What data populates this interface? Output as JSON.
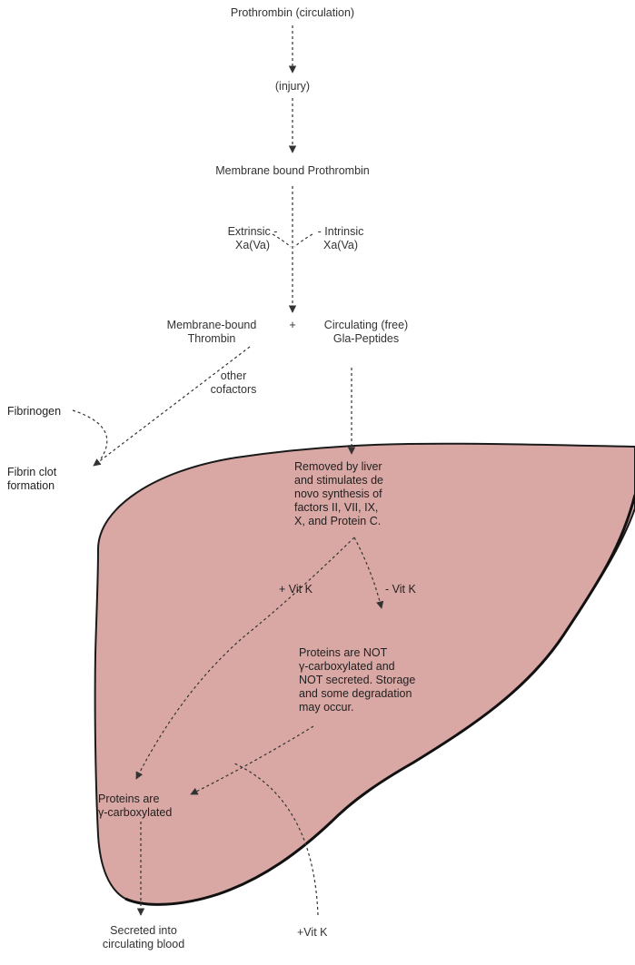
{
  "nodes": {
    "prothrombin_circulation": "Prothrombin (circulation)",
    "injury": "(injury)",
    "membrane_bound_prothrombin": "Membrane bound Prothrombin",
    "extrinsic": "Extrinsic -\nXa(Va)",
    "intrinsic": "- Intrinsic\nXa(Va)",
    "membrane_bound_thrombin": "Membrane-bound\nThrombin",
    "plus": "+",
    "circulating_gla": "Circulating (free)\nGla-Peptides",
    "other_cofactors": "other\ncofactors",
    "fibrinogen": "Fibrinogen",
    "fibrin_clot": "Fibrin clot\nformation",
    "removed_by_liver": "Removed by liver\nand stimulates de\nnovo synthesis of\nfactors II, VII, IX,\nX, and Protein C.",
    "plus_vit_k_upper": "+ Vit K",
    "minus_vit_k": "- Vit K",
    "proteins_not": "Proteins are NOT\nγ-carboxylated and\nNOT secreted. Storage\nand some degradation\nmay occur.",
    "proteins_are": "Proteins are\nγ-carboxylated",
    "secreted": "Secreted into\ncirculating blood",
    "plus_vit_k_lower": "+Vit K"
  },
  "colors": {
    "liver_fill": "#d9a8a4",
    "liver_outline": "#1a1a1a",
    "arrow": "#333333"
  }
}
